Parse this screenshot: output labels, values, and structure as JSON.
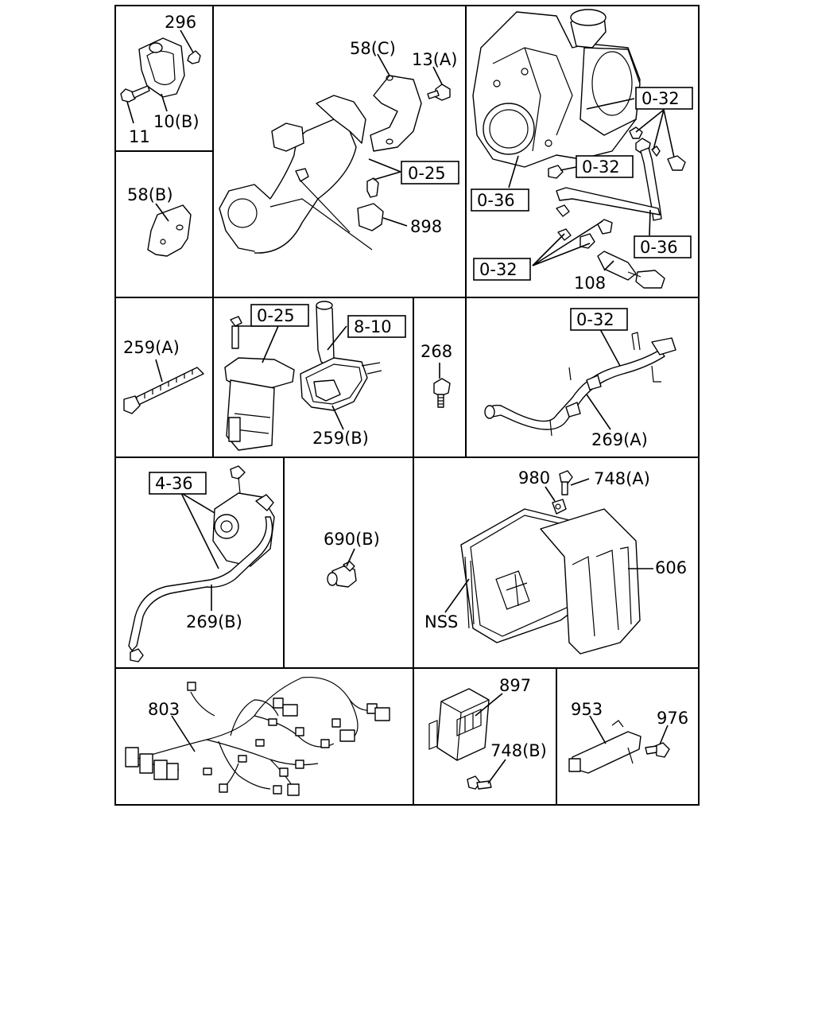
{
  "labels": {
    "p296": "296",
    "p10b": "10(B)",
    "p11": "11",
    "p58b": "58(B)",
    "p58c": "58(C)",
    "p13a": "13(A)",
    "p025a": "0-25",
    "p898": "898",
    "p032a": "0-32",
    "p032b": "0-32",
    "p036a": "0-36",
    "p036b": "0-36",
    "p032c": "0-32",
    "p108": "108",
    "p259a": "259(A)",
    "p025b": "0-25",
    "p810": "8-10",
    "p259b": "259(B)",
    "p268": "268",
    "p032d": "0-32",
    "p269a": "269(A)",
    "p436": "4-36",
    "p269b": "269(B)",
    "p690b": "690(B)",
    "p980": "980",
    "p748a": "748(A)",
    "p606": "606",
    "pnss": "NSS",
    "p803": "803",
    "p897": "897",
    "p748b": "748(B)",
    "p953": "953",
    "p976": "976"
  }
}
